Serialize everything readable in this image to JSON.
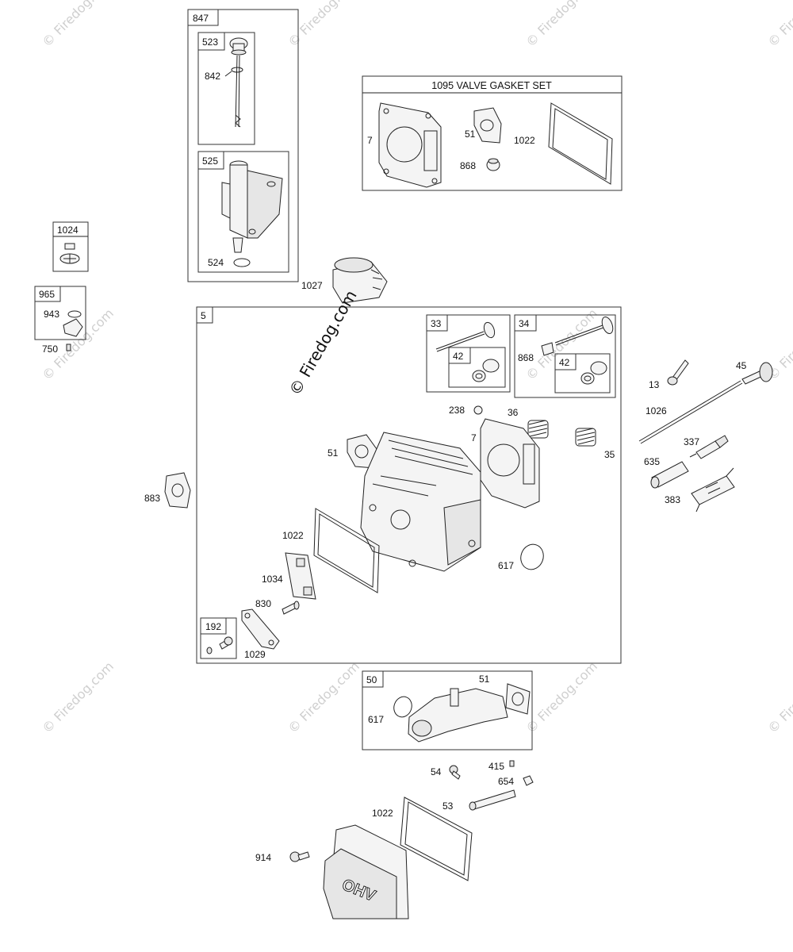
{
  "watermark": {
    "text": "© Firedog.com",
    "main_text": "© Firedog.com"
  },
  "boxes": {
    "b847": "847",
    "b523": "523",
    "b525": "525",
    "b1095": "1095 VALVE GASKET SET",
    "b1024": "1024",
    "b965": "965",
    "b5": "5",
    "b33": "33",
    "b42a": "42",
    "b34": "34",
    "b42b": "42",
    "b192": "192",
    "b50": "50"
  },
  "labels": {
    "l842": "842",
    "l524": "524",
    "l1027": "1027",
    "l7a": "7",
    "l51a": "51",
    "l1022a": "1022",
    "l868a": "868",
    "l943": "943",
    "l750": "750",
    "l883": "883",
    "l868b": "868",
    "l238": "238",
    "l36": "36",
    "l7b": "7",
    "l35": "35",
    "l51b": "51",
    "l1022b": "1022",
    "l617a": "617",
    "l1034": "1034",
    "l830": "830",
    "l1029": "1029",
    "l13": "13",
    "l45": "45",
    "l1026": "1026",
    "l337": "337",
    "l635": "635",
    "l383": "383",
    "l51c": "51",
    "l617b": "617",
    "l54": "54",
    "l415": "415",
    "l654": "654",
    "l53": "53",
    "l1022c": "1022",
    "l914": "914",
    "cover_text": "OHV"
  }
}
